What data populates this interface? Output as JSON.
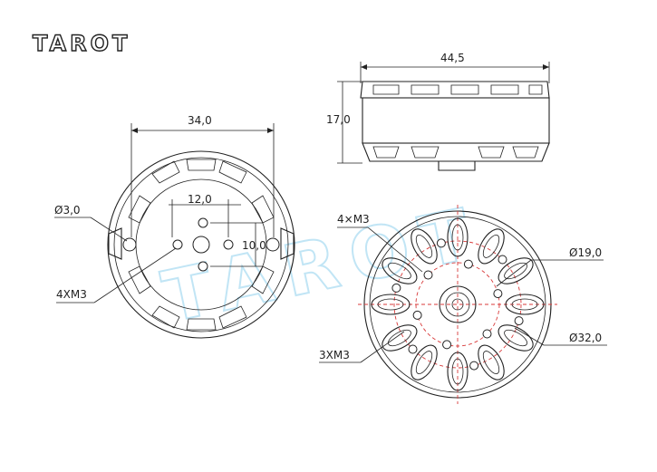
{
  "brand": {
    "logo": "TAROT",
    "watermark": "TAROT"
  },
  "bottom_view": {
    "outer_diameter": "34,0",
    "bolt_spacing": "12,0",
    "vertical_spacing": "10,0",
    "hole_label": "Ø3,0",
    "screw_label": "4XM3"
  },
  "side_view": {
    "width": "44,5",
    "height": "17,0"
  },
  "top_view": {
    "screw_label_top": "4×M3",
    "inner_diameter": "Ø19,0",
    "outer_diameter": "Ø32,0",
    "screw_label_bottom": "3XM3"
  },
  "colors": {
    "line": "#222222",
    "center_mark": "#d83a3a",
    "watermark": "#8fd0ee"
  }
}
